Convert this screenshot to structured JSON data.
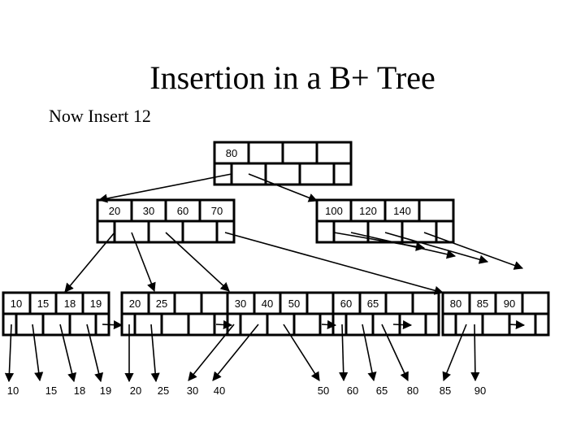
{
  "title": "Insertion in a B+ Tree",
  "subtitle": "Now Insert 12",
  "root": {
    "keys": [
      "80"
    ]
  },
  "internal_nodes": [
    {
      "keys": [
        "20",
        "30",
        "60",
        "70"
      ]
    },
    {
      "keys": [
        "100",
        "120",
        "140"
      ]
    }
  ],
  "level2_nodes": [
    {
      "keys": [
        "10",
        "15",
        "18",
        "19"
      ]
    },
    {
      "keys": [
        "20",
        "25"
      ]
    },
    {
      "keys": [
        "30",
        "40",
        "50"
      ]
    },
    {
      "keys": [
        "60",
        "65"
      ]
    },
    {
      "keys": [
        "80",
        "85",
        "90"
      ]
    }
  ],
  "data_records": [
    "10",
    "15",
    "18",
    "19",
    "20",
    "25",
    "30",
    "40",
    "50",
    "60",
    "65",
    "80",
    "85",
    "90"
  ]
}
